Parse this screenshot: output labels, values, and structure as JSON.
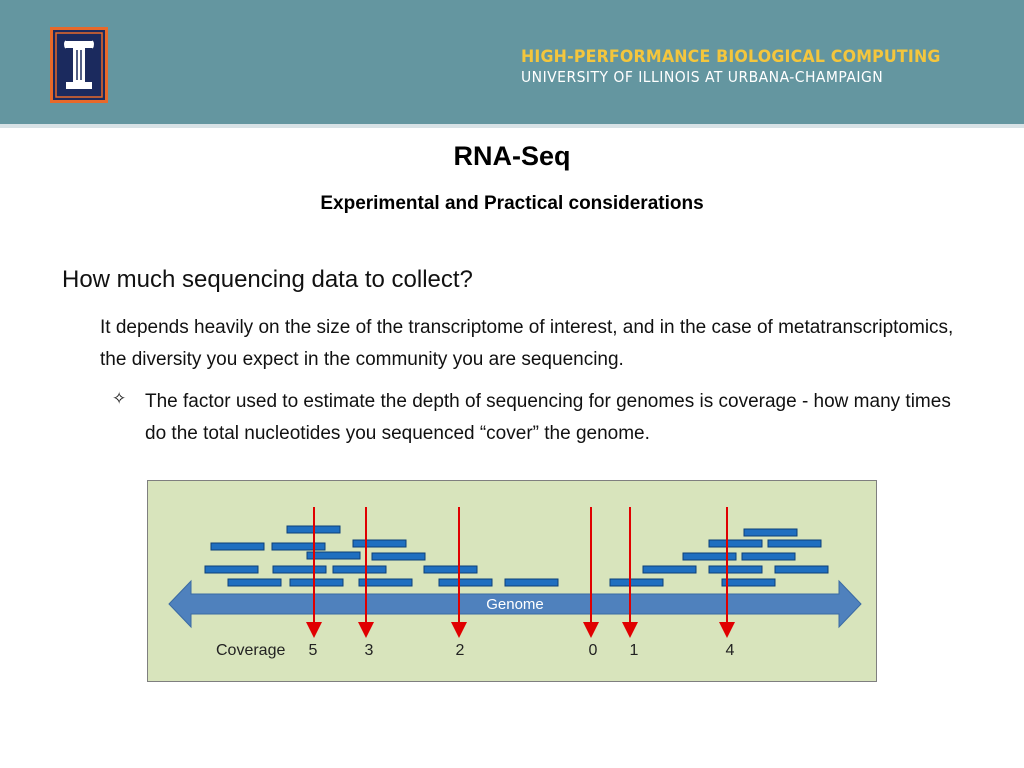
{
  "header": {
    "org_line1": "HIGH-PERFORMANCE BIOLOGICAL COMPUTING",
    "org_line2": "UNIVERSITY OF ILLINOIS AT URBANA-CHAMPAIGN",
    "logo_letter": "I",
    "colors": {
      "band": "#6496a0",
      "logo_orange": "#e8692a",
      "logo_navy": "#1b2a5e",
      "line1": "#f4c63d"
    }
  },
  "slide": {
    "title": "RNA-Seq",
    "subtitle": "Experimental and Practical considerations",
    "heading": "How much sequencing data to collect?",
    "paragraph": "It depends heavily on the size of the transcriptome of interest, and in the case of metatranscriptomics, the diversity you expect in the community you are sequencing.",
    "bullet_icon": "four-pointed-star-icon",
    "bullet_glyph": "✧",
    "bullet": "The factor used to estimate the depth of sequencing for genomes is coverage - how many times do the total nucleotides you sequenced “cover” the genome."
  },
  "figure": {
    "genome_label": "Genome",
    "coverage_label": "Coverage",
    "coverage_values": [
      "5",
      "3",
      "2",
      "0",
      "1",
      "4"
    ],
    "colors": {
      "background": "#d8e4bc",
      "read": "#1f6fc0",
      "read_border": "#0d3f78",
      "arrow": "#4f81bd",
      "marker": "#e00000"
    }
  }
}
